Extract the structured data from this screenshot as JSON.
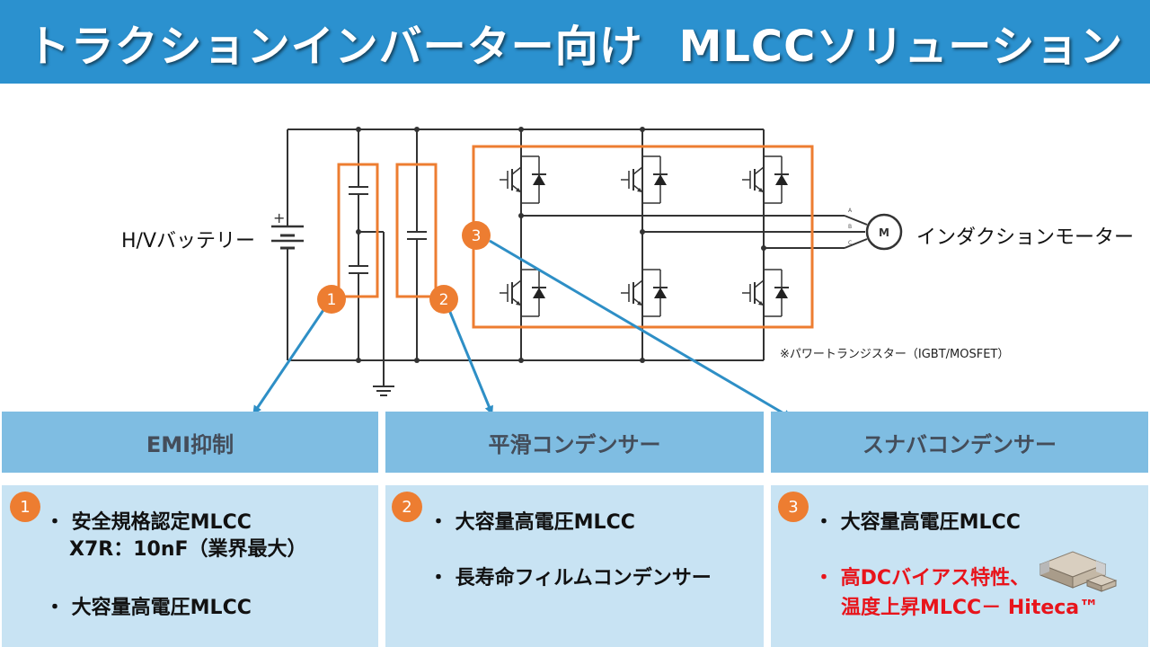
{
  "title": {
    "part1": "トラクションインバーター向け",
    "part2": "MLCCソリューション"
  },
  "diagram": {
    "battery_label": "H/Vバッテリー",
    "motor_label": "インダクションモーター",
    "motor_symbol": "M",
    "phase_labels": [
      "A",
      "B",
      "C"
    ],
    "battery_plus": "+",
    "note": "※パワートランジスター（IGBT/MOSFET）",
    "badges": [
      "1",
      "2",
      "3"
    ],
    "colors": {
      "highlight": "#ed7d31",
      "arrow": "#2e8fc6",
      "wire": "#333333"
    }
  },
  "columns": [
    {
      "heading": "EMI抑制",
      "badge": "1",
      "items": [
        {
          "line1": "・ 安全規格認定MLCC",
          "line2": "X7R：10nF（業界最大）"
        },
        {
          "line1": "・ 大容量高電圧MLCC"
        }
      ]
    },
    {
      "heading": "平滑コンデンサー",
      "badge": "2",
      "items": [
        {
          "line1": "・ 大容量高電圧MLCC"
        },
        {
          "line1": "・ 長寿命フィルムコンデンサー"
        }
      ]
    },
    {
      "heading": "スナバコンデンサー",
      "badge": "3",
      "items": [
        {
          "line1": "・ 大容量高電圧MLCC"
        },
        {
          "line1": "・ 高DCバイアス特性、",
          "line2": "温度上昇MLCC－ Hiteca™"
        }
      ]
    }
  ],
  "colors": {
    "title_bg": "#2b91cf",
    "header_bg": "#7fbde2",
    "body_bg": "#c8e3f3",
    "badge": "#ed7d31",
    "emphasis": "#e8141b"
  }
}
